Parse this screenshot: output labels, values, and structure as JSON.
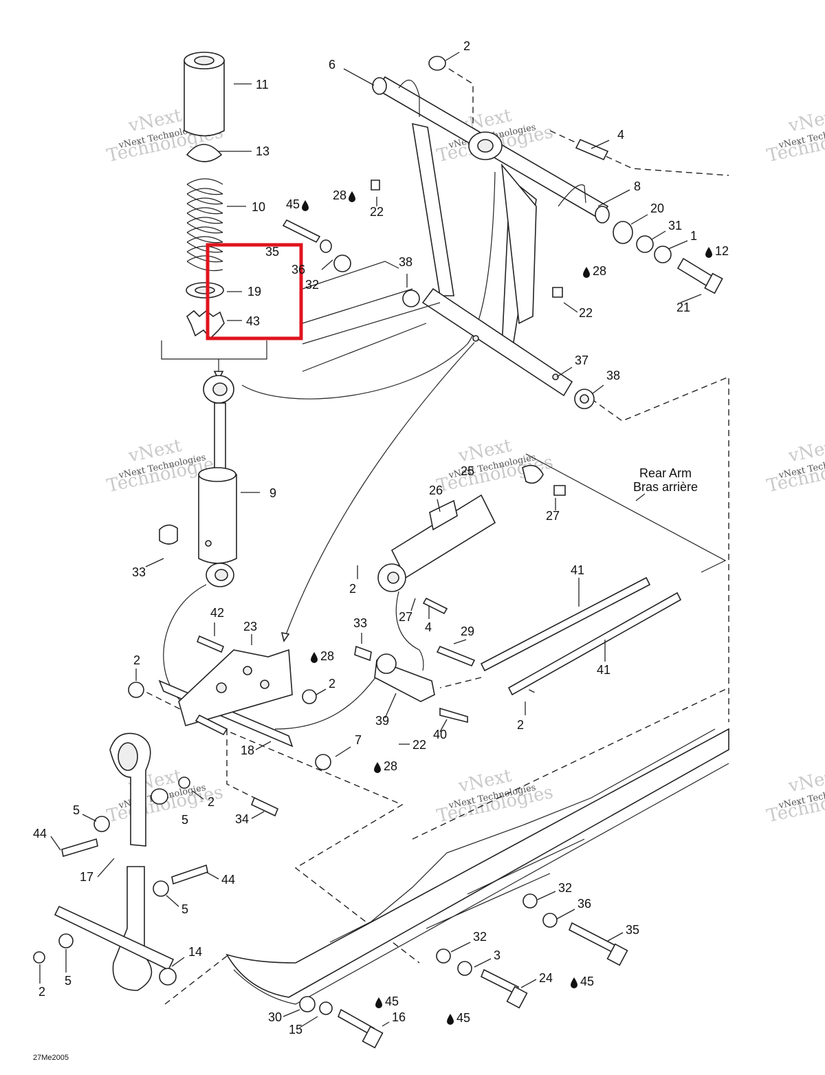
{
  "diagram": {
    "title_note": "27Me2005",
    "rear_arm_label": [
      "Rear Arm",
      "Bras arrière"
    ],
    "highlight_color": "#e0141e",
    "watermark": [
      "vNext",
      "Technologies"
    ],
    "labels": [
      {
        "text": "11"
      },
      {
        "text": "13"
      },
      {
        "text": "10"
      },
      {
        "text": "35"
      },
      {
        "text": "36"
      },
      {
        "text": "32"
      },
      {
        "text": "19"
      },
      {
        "text": "43"
      },
      {
        "text": "9"
      },
      {
        "text": "33"
      },
      {
        "text": "2"
      },
      {
        "text": "6"
      },
      {
        "text": "4"
      },
      {
        "text": "8"
      },
      {
        "text": "20"
      },
      {
        "text": "31"
      },
      {
        "text": "1"
      },
      {
        "text": "12"
      },
      {
        "text": "21"
      },
      {
        "text": "28"
      },
      {
        "text": "22"
      },
      {
        "text": "45"
      },
      {
        "text": "38"
      },
      {
        "text": "28"
      },
      {
        "text": "22"
      },
      {
        "text": "37"
      },
      {
        "text": "38"
      },
      {
        "text": "25"
      },
      {
        "text": "26"
      },
      {
        "text": "27"
      },
      {
        "text": "2"
      },
      {
        "text": "27"
      },
      {
        "text": "4"
      },
      {
        "text": "41"
      },
      {
        "text": "41"
      },
      {
        "text": "29"
      },
      {
        "text": "33"
      },
      {
        "text": "42"
      },
      {
        "text": "23"
      },
      {
        "text": "28"
      },
      {
        "text": "2"
      },
      {
        "text": "2"
      },
      {
        "text": "39"
      },
      {
        "text": "40"
      },
      {
        "text": "2"
      },
      {
        "text": "22"
      },
      {
        "text": "28"
      },
      {
        "text": "18"
      },
      {
        "text": "7"
      },
      {
        "text": "34"
      },
      {
        "text": "2"
      },
      {
        "text": "5"
      },
      {
        "text": "44"
      },
      {
        "text": "5"
      },
      {
        "text": "17"
      },
      {
        "text": "44"
      },
      {
        "text": "5"
      },
      {
        "text": "14"
      },
      {
        "text": "2"
      },
      {
        "text": "5"
      },
      {
        "text": "32"
      },
      {
        "text": "36"
      },
      {
        "text": "35"
      },
      {
        "text": "32"
      },
      {
        "text": "3"
      },
      {
        "text": "24"
      },
      {
        "text": "45"
      },
      {
        "text": "45"
      },
      {
        "text": "30"
      },
      {
        "text": "45"
      },
      {
        "text": "16"
      },
      {
        "text": "15"
      },
      {
        "text": "45"
      }
    ]
  }
}
